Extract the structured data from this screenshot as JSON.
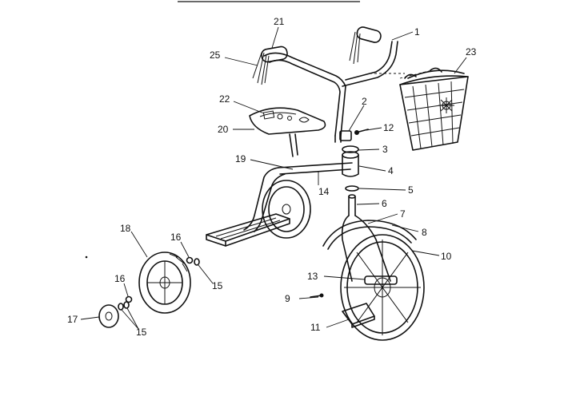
{
  "callouts": [
    {
      "id": "c1",
      "text": "1"
    },
    {
      "id": "c2",
      "text": "2"
    },
    {
      "id": "c3",
      "text": "3"
    },
    {
      "id": "c4",
      "text": "4"
    },
    {
      "id": "c5",
      "text": "5"
    },
    {
      "id": "c6",
      "text": "6"
    },
    {
      "id": "c7",
      "text": "7"
    },
    {
      "id": "c8",
      "text": "8"
    },
    {
      "id": "c9",
      "text": "9"
    },
    {
      "id": "c10",
      "text": "10"
    },
    {
      "id": "c11",
      "text": "11"
    },
    {
      "id": "c12",
      "text": "12"
    },
    {
      "id": "c13",
      "text": "13"
    },
    {
      "id": "c14",
      "text": "14"
    },
    {
      "id": "c15a",
      "text": "15"
    },
    {
      "id": "c15b",
      "text": "15"
    },
    {
      "id": "c16a",
      "text": "16"
    },
    {
      "id": "c16b",
      "text": "16"
    },
    {
      "id": "c17",
      "text": "17"
    },
    {
      "id": "c18",
      "text": "18"
    },
    {
      "id": "c19",
      "text": "19"
    },
    {
      "id": "c20",
      "text": "20"
    },
    {
      "id": "c21",
      "text": "21"
    },
    {
      "id": "c22",
      "text": "22"
    },
    {
      "id": "c23",
      "text": "23"
    },
    {
      "id": "c25",
      "text": "25"
    }
  ]
}
